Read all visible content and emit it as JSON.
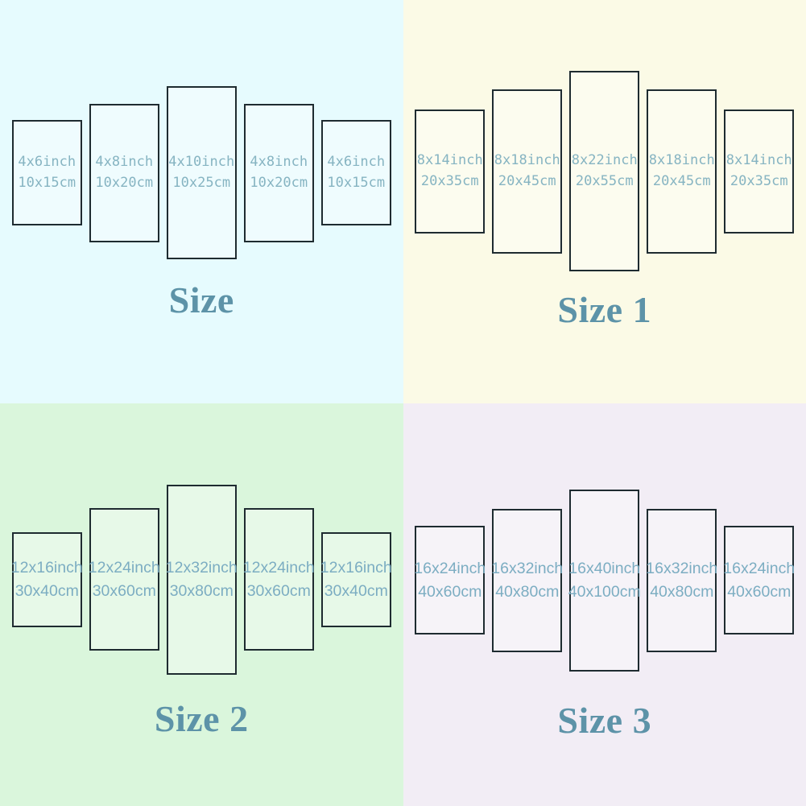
{
  "colors": {
    "panel_border": "#1e2b30",
    "panel_fill": "rgba(255,255,255,0.35)",
    "panel_text_top": "#86b4c2",
    "panel_text_bottom": "#7cadc2",
    "title_text": "#5d93a8",
    "bg_top_left": "#e6fbfe",
    "bg_top_right": "#fbfae6",
    "bg_bottom_left": "#daf6dc",
    "bg_bottom_right": "#f2edf5"
  },
  "quadrants": [
    {
      "title": "Size",
      "bg": "#e6fbfe",
      "panels": [
        {
          "inch": "4x6inch",
          "cm": "10x15cm"
        },
        {
          "inch": "4x8inch",
          "cm": "10x20cm"
        },
        {
          "inch": "4x10inch",
          "cm": "10x25cm"
        },
        {
          "inch": "4x8inch",
          "cm": "10x20cm"
        },
        {
          "inch": "4x6inch",
          "cm": "10x15cm"
        }
      ]
    },
    {
      "title": "Size 1",
      "bg": "#fbfae6",
      "panels": [
        {
          "inch": "8x14inch",
          "cm": "20x35cm"
        },
        {
          "inch": "8x18inch",
          "cm": "20x45cm"
        },
        {
          "inch": "8x22inch",
          "cm": "20x55cm"
        },
        {
          "inch": "8x18inch",
          "cm": "20x45cm"
        },
        {
          "inch": "8x14inch",
          "cm": "20x35cm"
        }
      ]
    },
    {
      "title": "Size 2",
      "bg": "#daf6dc",
      "panels": [
        {
          "inch": "12x16inch",
          "cm": "30x40cm"
        },
        {
          "inch": "12x24inch",
          "cm": "30x60cm"
        },
        {
          "inch": "12x32inch",
          "cm": "30x80cm"
        },
        {
          "inch": "12x24inch",
          "cm": "30x60cm"
        },
        {
          "inch": "12x16inch",
          "cm": "30x40cm"
        }
      ]
    },
    {
      "title": "Size 3",
      "bg": "#f2edf5",
      "panels": [
        {
          "inch": "16x24inch",
          "cm": "40x60cm"
        },
        {
          "inch": "16x32inch",
          "cm": "40x80cm"
        },
        {
          "inch": "16x40inch",
          "cm": "40x100cm"
        },
        {
          "inch": "16x32inch",
          "cm": "40x80cm"
        },
        {
          "inch": "16x24inch",
          "cm": "40x60cm"
        }
      ]
    }
  ]
}
